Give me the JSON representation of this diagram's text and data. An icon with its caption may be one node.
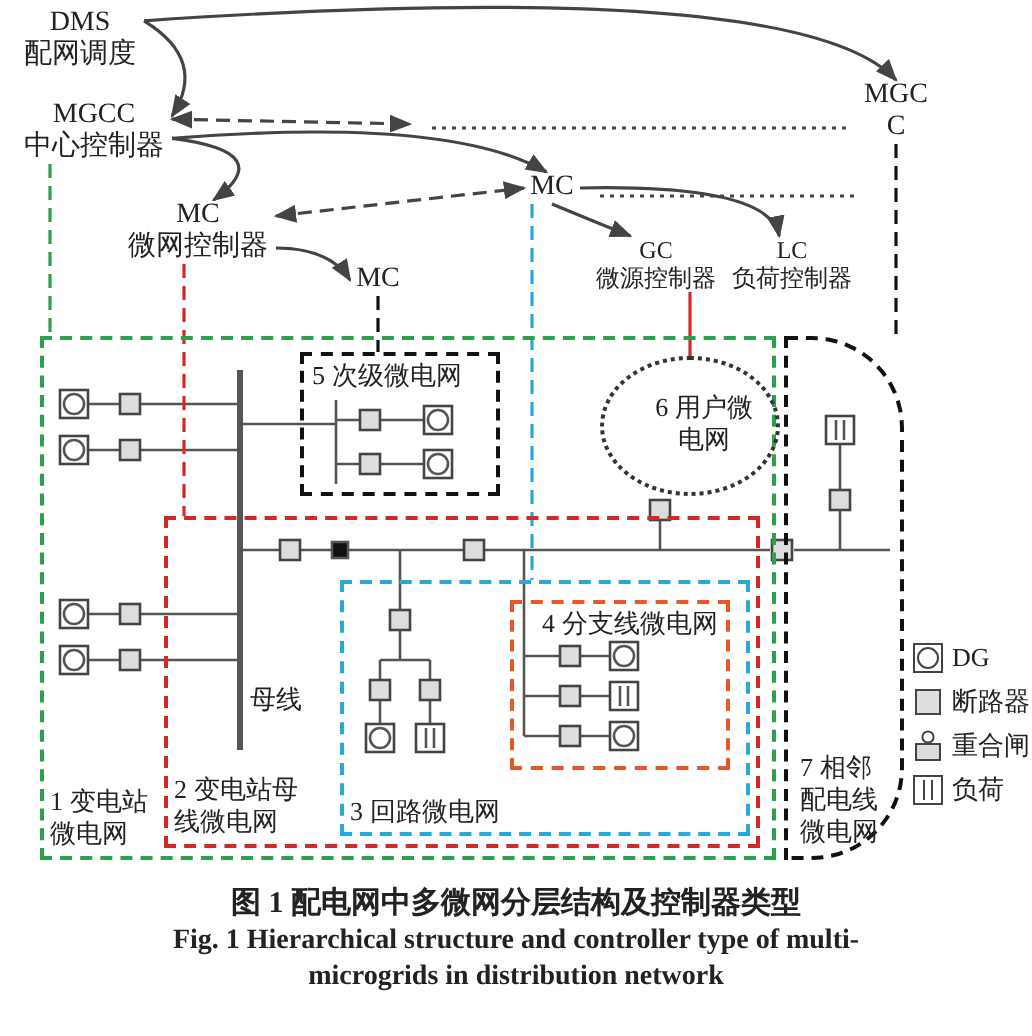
{
  "diagram": {
    "caption": "图 1 配电网中多微网分层结构及控制器类型",
    "nodes": [
      {
        "text": [
          "DMS",
          "配网调度"
        ]
      },
      {
        "text": [
          "MGCC",
          "中心控制器"
        ]
      },
      {
        "text": [
          "MGC C"
        ]
      },
      {
        "text": [
          "MC",
          "微网控制器"
        ]
      },
      {
        "text": [
          "MC"
        ]
      },
      {
        "text": [
          "MC"
        ]
      },
      {
        "text": [
          "GC",
          "微源控制器"
        ]
      },
      {
        "text": [
          "LC",
          "负荷控制器"
        ]
      },
      {
        "text": [
          "1 变电站微电网"
        ]
      },
      {
        "text": [
          "2 变电站母线微电网"
        ],
        "in": 8
      },
      {
        "text": [
          "3 回路微电网"
        ],
        "in": 9
      },
      {
        "text": [
          "4 分支线微电网"
        ],
        "in": 10
      },
      {
        "text": [
          "5 次级微电网"
        ],
        "in": 8
      },
      {
        "text": [
          "6 用户微电网"
        ],
        "in": 8
      },
      {
        "text": [
          "7 相邻配电线微电网"
        ]
      }
    ],
    "edges": [
      {
        "from": 0,
        "to": 1,
        "arrow": "to"
      },
      {
        "from": 0,
        "to": 2,
        "arrow": "to"
      },
      {
        "from": 1,
        "to": null,
        "arrow": "both",
        "style": "dashed"
      },
      {
        "from": 1,
        "to": 3,
        "arrow": "to"
      },
      {
        "from": 1,
        "to": 4,
        "arrow": "to"
      },
      {
        "from": 3,
        "to": 4,
        "arrow": "both",
        "style": "dashed"
      },
      {
        "from": 3,
        "to": 5,
        "arrow": "to"
      },
      {
        "from": 4,
        "to": 6,
        "arrow": "to"
      },
      {
        "from": 4,
        "to": 7,
        "arrow": "to"
      },
      {
        "from": 1,
        "to": 8,
        "arrow": "none",
        "style": "dashed",
        "color": "#2e9e4f"
      },
      {
        "from": 3,
        "to": 9,
        "arrow": "none",
        "style": "dashed",
        "color": "#d62728"
      },
      {
        "from": 5,
        "to": 12,
        "arrow": "none",
        "style": "dashed",
        "color": "#111111"
      },
      {
        "from": 4,
        "to": 10,
        "arrow": "none",
        "style": "dashed",
        "color": "#29a8d8"
      },
      {
        "from": 2,
        "to": 14,
        "arrow": "none",
        "style": "dashed",
        "color": "#111111"
      },
      {
        "from": 6,
        "to": 13,
        "arrow": "none",
        "color": "#d62728"
      }
    ],
    "labels": [
      "母线",
      "Fig. 1 Hierarchical structure and controller type of multi-microgrids in distribution network"
    ],
    "legend": [
      {
        "text": "DG"
      },
      {
        "text": "断路器"
      },
      {
        "text": "重合闸"
      },
      {
        "text": "负荷"
      }
    ]
  }
}
